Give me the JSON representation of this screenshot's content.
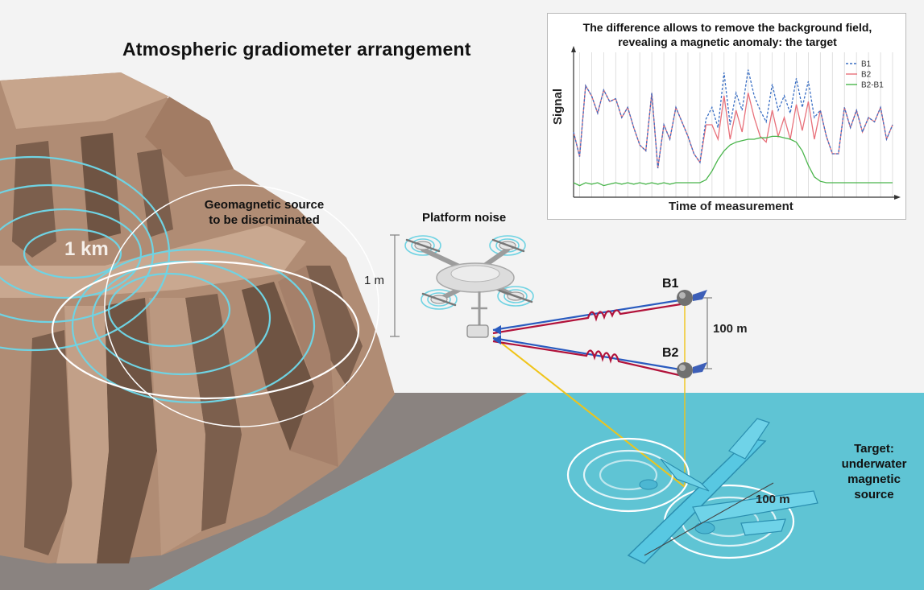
{
  "title": "Atmospheric gradiometer arrangement",
  "labels": {
    "geomagnetic_source": "Geomagnetic source\nto be discriminated",
    "distance_km": "1 km",
    "platform_noise": "Platform noise",
    "drone_size": "1 m",
    "sensor_b1": "B1",
    "sensor_b2": "B2",
    "sensor_separation": "100 m",
    "target": "Target:\nunderwater\nmagnetic source",
    "target_size": "100 m"
  },
  "colors": {
    "sky": "#f3f3f3",
    "ground": "#8a8380",
    "water": "#5fc4d4",
    "mountain": "#b08c74",
    "field_lines": "#6fd3e3",
    "signal_path": "#b1123a",
    "signal_return": "#2a5bbf",
    "sight_line": "#f0c419",
    "plane": "#58c8e2"
  },
  "chart_data": {
    "type": "line",
    "title": "The difference allows to remove the background field,\nrevealing a magnetic anomaly: the target",
    "xlabel": "Time of measurement",
    "ylabel": "Signal",
    "x": [
      0,
      1,
      2,
      3,
      4,
      5,
      6,
      7,
      8,
      9,
      10,
      11,
      12,
      13,
      14,
      15,
      16,
      17,
      18,
      19,
      20,
      21,
      22,
      23,
      24,
      25,
      26,
      27,
      28,
      29,
      30,
      31,
      32,
      33,
      34,
      35,
      36,
      37,
      38,
      39,
      40,
      41,
      42,
      43,
      44,
      45,
      46,
      47,
      48,
      49,
      50,
      51,
      52,
      53
    ],
    "series": [
      {
        "name": "B1",
        "style": "dashed",
        "color": "#3a6fc4",
        "values": [
          0.45,
          0.28,
          0.77,
          0.7,
          0.58,
          0.74,
          0.66,
          0.68,
          0.55,
          0.62,
          0.48,
          0.36,
          0.32,
          0.72,
          0.2,
          0.5,
          0.4,
          0.62,
          0.52,
          0.42,
          0.3,
          0.24,
          0.54,
          0.62,
          0.48,
          0.86,
          0.5,
          0.72,
          0.6,
          0.88,
          0.7,
          0.6,
          0.52,
          0.78,
          0.6,
          0.7,
          0.58,
          0.82,
          0.62,
          0.8,
          0.55,
          0.6,
          0.42,
          0.3,
          0.3,
          0.62,
          0.48,
          0.6,
          0.45,
          0.55,
          0.52,
          0.62,
          0.4,
          0.5
        ]
      },
      {
        "name": "B2",
        "style": "solid",
        "color": "#e8707a",
        "values": [
          0.45,
          0.28,
          0.77,
          0.7,
          0.58,
          0.74,
          0.66,
          0.68,
          0.55,
          0.62,
          0.48,
          0.36,
          0.32,
          0.72,
          0.2,
          0.5,
          0.4,
          0.62,
          0.52,
          0.42,
          0.3,
          0.24,
          0.5,
          0.5,
          0.4,
          0.7,
          0.4,
          0.6,
          0.45,
          0.72,
          0.55,
          0.42,
          0.38,
          0.6,
          0.42,
          0.55,
          0.4,
          0.64,
          0.46,
          0.66,
          0.4,
          0.6,
          0.42,
          0.3,
          0.3,
          0.62,
          0.48,
          0.6,
          0.45,
          0.55,
          0.52,
          0.62,
          0.4,
          0.5
        ]
      },
      {
        "name": "B2-B1",
        "style": "solid",
        "color": "#49b54b",
        "values": [
          0.1,
          0.08,
          0.1,
          0.09,
          0.1,
          0.08,
          0.09,
          0.1,
          0.09,
          0.1,
          0.09,
          0.1,
          0.09,
          0.1,
          0.09,
          0.1,
          0.09,
          0.1,
          0.1,
          0.1,
          0.1,
          0.1,
          0.12,
          0.18,
          0.26,
          0.32,
          0.36,
          0.38,
          0.39,
          0.4,
          0.4,
          0.41,
          0.41,
          0.42,
          0.42,
          0.41,
          0.4,
          0.38,
          0.32,
          0.22,
          0.14,
          0.11,
          0.1,
          0.1,
          0.1,
          0.1,
          0.1,
          0.1,
          0.1,
          0.1,
          0.1,
          0.1,
          0.1,
          0.1
        ]
      }
    ],
    "legend": [
      "B1",
      "B2",
      "B2-B1"
    ],
    "legend_position": "top-right",
    "grid": "vertical"
  }
}
